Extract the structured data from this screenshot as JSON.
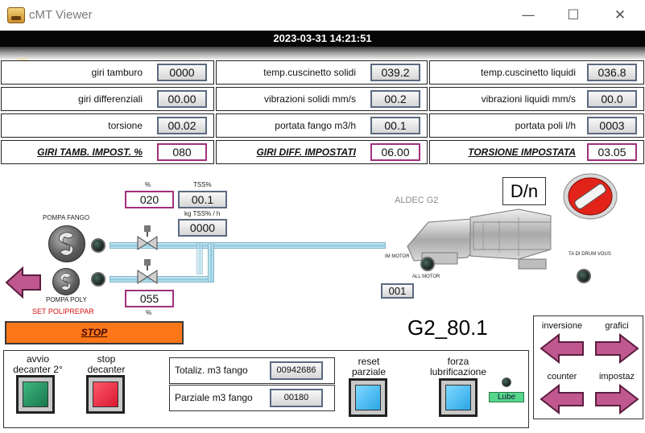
{
  "window": {
    "title": "cMT Viewer",
    "minimize": "—",
    "maximize": "☐",
    "close": "✕"
  },
  "datetime": "2023-03-31 14:21:51",
  "params": [
    {
      "label": "giri tamburo",
      "value": "0000"
    },
    {
      "label": "temp.cuscinetto solidi",
      "value": "039.2"
    },
    {
      "label": "temp.cuscinetto liquidi",
      "value": "036.8"
    },
    {
      "label": "giri differenziali",
      "value": "00.00"
    },
    {
      "label": "vibrazioni solidi mm/s",
      "value": "00.2"
    },
    {
      "label": "vibrazioni liquidi mm/s",
      "value": "00.0"
    },
    {
      "label": "torsione",
      "value": "00.02"
    },
    {
      "label": "portata fango m3/h",
      "value": "00.1"
    },
    {
      "label": "portata poli l/h",
      "value": "0003"
    },
    {
      "label": "GIRI TAMB. IMPOST. %",
      "value": "080"
    },
    {
      "label": "GIRI DIFF. IMPOSTATI",
      "value": "06.00"
    },
    {
      "label": "TORSIONE IMPOSTATA",
      "value": "03.05"
    }
  ],
  "process": {
    "pump_sludge_label": "POMPA FANGO",
    "pump_poly_label": "POMPA POLY",
    "percent_label": "%",
    "tss_label": "TSS%",
    "kg_tss_label": "kg TSS% / h",
    "sludge_percent": "020",
    "tss_value": "00.1",
    "kg_tss_value": "0000",
    "poly_percent": "055",
    "poly_percent_label": "%",
    "set_poly_label": "SET POLIPREPAR",
    "decanter_brand": "ALDEC G2",
    "motor_label_left": "IM MOTOR",
    "motor_label_right": "TA DI DRUM VOUS",
    "alarm_label": "ALL MOTOR",
    "alarm_count": "001",
    "mode_display": "D/n",
    "stop_label": "STOP",
    "model": "G2_80.1"
  },
  "controls": {
    "start_label": "avvio decanter 2°",
    "stop_label": "stop decanter",
    "total_label": "Totaliz. m3 fango",
    "total_value": "00942686",
    "partial_label": "Parziale m3 fango",
    "partial_value": "00180",
    "reset_label": "reset parziale",
    "lube_force_label": "forza lubrificazione",
    "lube_label": "Lube"
  },
  "nav": {
    "inversione": "inversione",
    "grafici": "grafici",
    "counter": "counter",
    "impostaz": "impostaz"
  },
  "colors": {
    "accent_setpoint": "#a0307a",
    "stop_bar": "#ff7619",
    "arrow": "#c0578f"
  }
}
